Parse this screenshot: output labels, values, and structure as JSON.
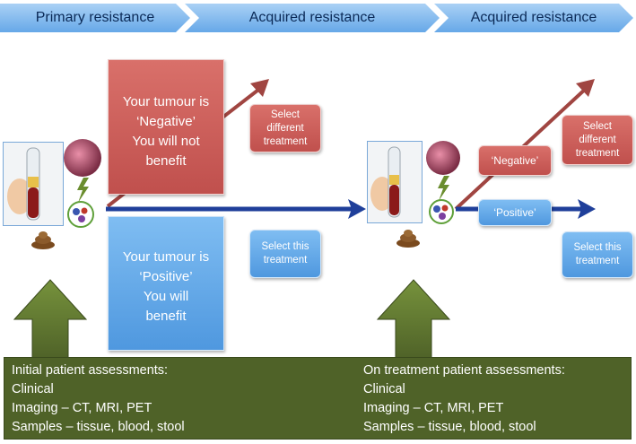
{
  "header": {
    "stages": [
      "Primary resistance",
      "Acquired resistance",
      "Acquired resistance"
    ]
  },
  "result_panels": {
    "negative": {
      "lines": [
        "Your tumour is",
        "‘Negative’",
        "You will not",
        "benefit"
      ],
      "color": "#c0504d"
    },
    "positive": {
      "lines": [
        "Your tumour is",
        "‘Positive’",
        "You will",
        "benefit"
      ],
      "color": "#4f98df"
    }
  },
  "decisions": {
    "first": {
      "select_different": [
        "Select",
        "different",
        "treatment"
      ],
      "select_this": [
        "Select this",
        "treatment"
      ]
    },
    "second": {
      "negative_label": "‘Negative’",
      "positive_label": "‘Positive’",
      "select_different": [
        "Select",
        "different",
        "treatment"
      ],
      "select_this": [
        "Select this",
        "treatment"
      ]
    }
  },
  "assessments": {
    "initial": [
      "Initial patient assessments:",
      "Clinical",
      "Imaging – CT, MRI, PET",
      "Samples – tissue, blood, stool"
    ],
    "on_treatment": [
      "On treatment patient assessments:",
      "Clinical",
      "Imaging – CT, MRI, PET",
      "Samples – tissue, blood, stool"
    ]
  },
  "icons": [
    "blood-sample-tube-icon",
    "tumour-cell-icon",
    "cells-icon",
    "lightning-icon",
    "stool-icon",
    "up-arrow-icon"
  ],
  "colors": {
    "header_chevron": "#66a8e8",
    "negative": "#c0504d",
    "positive": "#4f98df",
    "arrow_red": "#a04541",
    "arrow_blue": "#1f3f9a",
    "assessment_box": "#4f6228"
  }
}
